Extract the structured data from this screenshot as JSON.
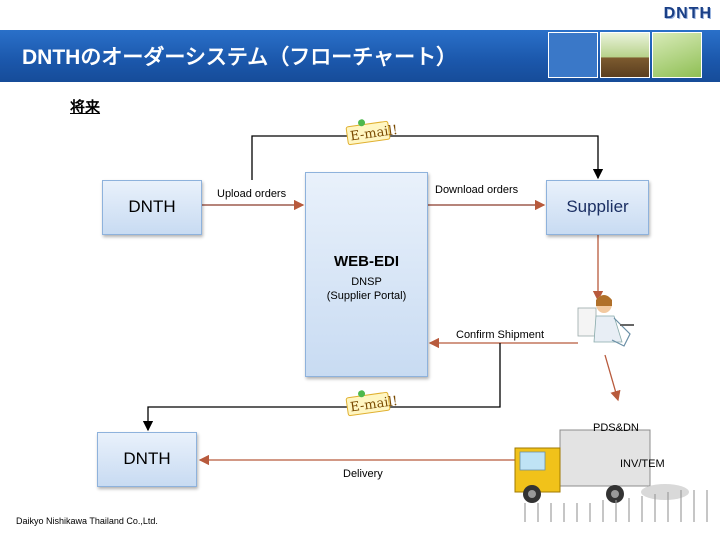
{
  "header": {
    "title": "DNTHのオーダーシステム（フローチャート）",
    "brand": "DNTH"
  },
  "section_label": "将来",
  "nodes": {
    "dnth_top": "DNTH",
    "dnth_bottom": "DNTH",
    "supplier": "Supplier",
    "webedi": {
      "title": "WEB-EDI",
      "subtitle_line1": "DNSP",
      "subtitle_line2": "(Supplier Portal)"
    }
  },
  "flows": {
    "upload": "Upload orders",
    "download": "Download orders",
    "confirm": "Confirm Shipment",
    "delivery": "Delivery",
    "pdsdn": "PDS&DN",
    "invtem": "INV/TEM"
  },
  "email_badges": [
    "E-mail!",
    "E-mail!"
  ],
  "footer": "Daikyo Nishikawa Thailand Co.,Ltd.",
  "colors": {
    "header_blue": "#1b57ab",
    "arrow_black": "#000000",
    "arrow_brown": "#b85a3c",
    "box_fill": "#d6e4f5"
  }
}
